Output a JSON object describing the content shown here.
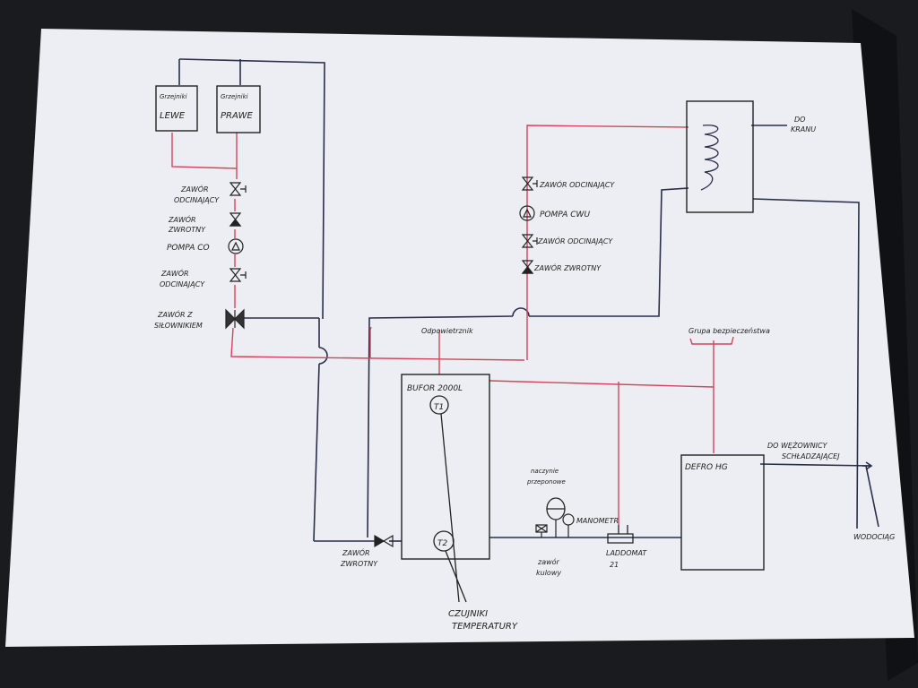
{
  "labels": {
    "grzejniki_lewe_1": "Grzejniki",
    "grzejniki_lewe_2": "LEWE",
    "grzejniki_prawe_1": "Grzejniki",
    "grzejniki_prawe_2": "PRAWE",
    "zawor_odcinajacy_left_1": "ZAWÓR",
    "zawor_odcinajacy_left_2": "ODCINAJĄCY",
    "zawor_zwrotny_left_1": "ZAWÓR",
    "zawor_zwrotny_left_2": "ZWROTNY",
    "pompa_co": "POMPA CO",
    "zawor_odcinajacy_left2_1": "ZAWÓR",
    "zawor_odcinajacy_left2_2": "ODCINAJĄCY",
    "zawor_silownik_1": "ZAWÓR Z",
    "zawor_silownik_2": "SIŁOWNIKIEM",
    "zawor_odcinajacy_right": "ZAWÓR ODCINAJĄCY",
    "pompa_cwu": "POMPA CWU",
    "zawor_odcinajacy_right2": "ZAWÓR ODCINAJĄCY",
    "zawor_zwrotny_right": "ZAWÓR ZWROTNY",
    "do_kranu_1": "DO",
    "do_kranu_2": "KRANU",
    "odpowietrznik": "Odpowietrznik",
    "grupa_bezpieczenstwa": "Grupa bezpieczeństwa",
    "bufor": "BUFOR 2000L",
    "t1": "T1",
    "t2": "T2",
    "naczynie_1": "naczynie",
    "naczynie_2": "przeponowe",
    "manometr": "MANOMETR",
    "laddomat_1": "LADDOMAT",
    "laddomat_2": "21",
    "zawor_kulowy_1": "zawór",
    "zawor_kulowy_2": "kulowy",
    "zawor_zwrotny_bottom_1": "ZAWÓR",
    "zawor_zwrotny_bottom_2": "ZWROTNY",
    "defro": "DEFRO HG",
    "wezownica_1": "DO WĘŻOWNICY",
    "wezownica_2": "SCHŁADZAJĄCEJ",
    "wodociag": "WODOCIĄG",
    "czujniki_1": "CZUJNIKI",
    "czujniki_2": "TEMPERATURY"
  },
  "colors": {
    "paper": "#eceef3",
    "ink": "#2a2e4a",
    "red_pipe": "#d1455a",
    "binder": "#1a1b1f"
  }
}
